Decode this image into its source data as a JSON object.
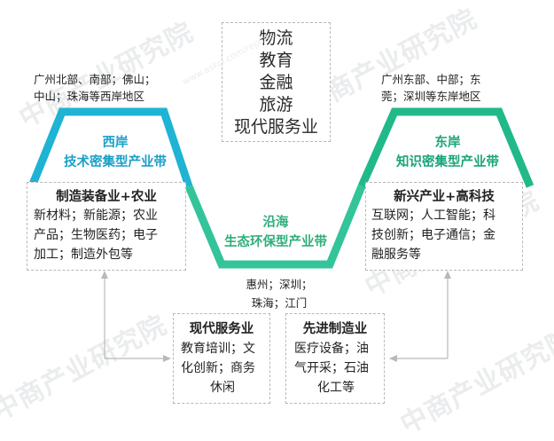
{
  "center_top": {
    "items": [
      "物流",
      "教育",
      "金融",
      "旅游",
      "现代服务业"
    ]
  },
  "west": {
    "regions_line1": "广州北部、南部；佛山；",
    "regions_line2": "中山；珠海等西岸地区",
    "belt_name": "西岸",
    "belt_type": "技术密集型产业带",
    "box_title": "制造装备业+农业",
    "box_lines": [
      "新材料；新能源；农业",
      "产品；生物医药；电子",
      "加工；制造外包等"
    ]
  },
  "east": {
    "regions_line1": "广州东部、中部；东",
    "regions_line2": "莞；深圳等东岸地区",
    "belt_name": "东岸",
    "belt_type": "知识密集型产业带",
    "box_title": "新兴产业+高科技",
    "box_lines": [
      "互联网；人工智能；科",
      "技创新；电子通信；金",
      "融服务等"
    ]
  },
  "coastal": {
    "belt_name": "沿海",
    "belt_type": "生态环保型产业带",
    "regions_line1": "惠州；深圳；",
    "regions_line2": "珠海；江门"
  },
  "bottom_left": {
    "title": "现代服务业",
    "lines": [
      "教育培训；文",
      "化创新；商务",
      "休闲"
    ]
  },
  "bottom_right": {
    "title": "先进制造业",
    "lines": [
      "医疗设备；油",
      "气开采；石油",
      "化工等"
    ]
  },
  "colors": {
    "west_belt": "#1fb3d4",
    "coastal_belt": "#33c49a",
    "east_belt": "#22b98a",
    "west_text": "#1a9fc7",
    "coastal_text": "#2fae7a",
    "east_text": "#1aa47a",
    "connector": "#b9b9b9"
  },
  "watermark": {
    "text": "中商产业研究院",
    "url": "www.askci.com/reports/"
  }
}
